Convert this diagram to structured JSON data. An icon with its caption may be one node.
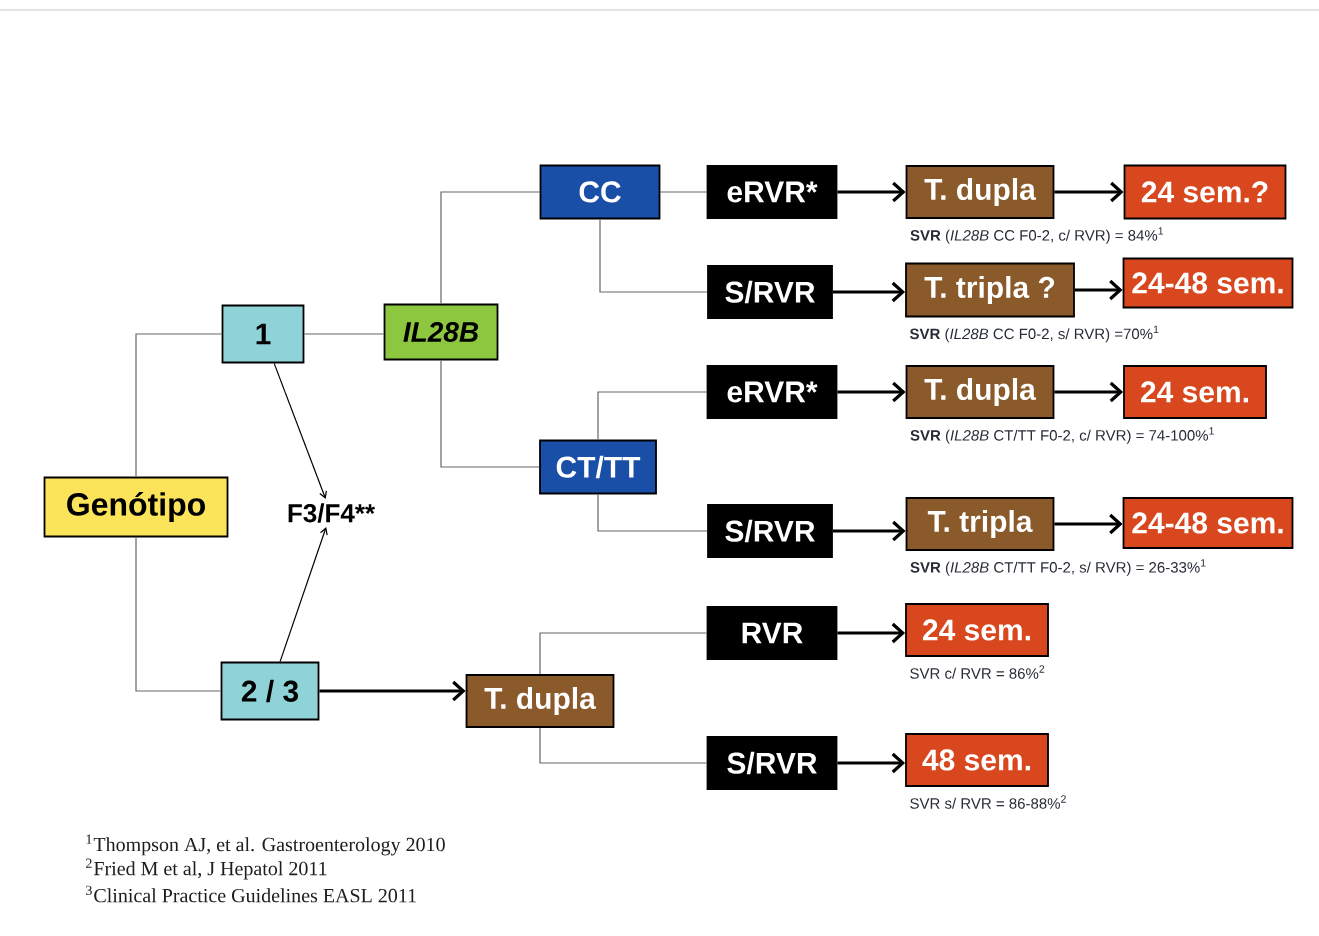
{
  "diagram": {
    "nodes": [
      {
        "text": [
          "Genótipo"
        ]
      },
      {
        "text": [
          "1"
        ]
      },
      {
        "text": [
          "2 / 3"
        ]
      },
      {
        "text": [
          "F3/F4**"
        ]
      },
      {
        "text": [
          "IL28B"
        ]
      },
      {
        "text": [
          "CC"
        ]
      },
      {
        "text": [
          "CT/TT"
        ]
      },
      {
        "text": [
          "eRVR*"
        ]
      },
      {
        "text": [
          "T. dupla"
        ],
        "beside": [
          "**SVR** (*IL28B* CC F0-2, c/ RVR) = 84%$^{1}$"
        ]
      },
      {
        "text": [
          "24 sem.?"
        ]
      },
      {
        "text": [
          "S/RVR"
        ]
      },
      {
        "text": [
          "T. tripla ?"
        ],
        "beside": [
          "**SVR** (*IL28B* CC F0-2, s/ RVR) =70%$^{1}$"
        ]
      },
      {
        "text": [
          "24-48 sem."
        ]
      },
      {
        "text": [
          "eRVR*"
        ]
      },
      {
        "text": [
          "T. dupla"
        ],
        "beside": [
          "**SVR** (*IL28B* CT/TT F0-2, c/ RVR) = 74-100%$^{1}$"
        ]
      },
      {
        "text": [
          "24 sem."
        ]
      },
      {
        "text": [
          "S/RVR"
        ]
      },
      {
        "text": [
          "T. tripla"
        ],
        "beside": [
          "**SVR** (*IL28B* CT/TT F0-2, s/ RVR) = 26-33%$^{1}$"
        ]
      },
      {
        "text": [
          "24-48 sem."
        ]
      },
      {
        "text": [
          "T. dupla"
        ]
      },
      {
        "text": [
          "RVR"
        ]
      },
      {
        "text": [
          "24 sem."
        ],
        "beside": [
          "SVR c/ RVR = 86%$^{2}$"
        ]
      },
      {
        "text": [
          "S/RVR"
        ]
      },
      {
        "text": [
          "48 sem."
        ],
        "beside": [
          "SVR s/ RVR = 86-88%$^{2}$"
        ]
      }
    ],
    "edges": [
      {
        "from": 0,
        "to": 1,
        "arrow": "none",
        "color": "#666666"
      },
      {
        "from": 0,
        "to": 2,
        "arrow": "none",
        "color": "#666666"
      },
      {
        "from": 1,
        "to": 4,
        "arrow": "none",
        "color": "#666666"
      },
      {
        "from": 1,
        "to": 3,
        "arrow": "to"
      },
      {
        "from": 2,
        "to": 3,
        "arrow": "to"
      },
      {
        "from": 2,
        "to": 19,
        "arrow": "to",
        "style": "thick"
      },
      {
        "from": 4,
        "to": 5,
        "arrow": "none",
        "color": "#666666"
      },
      {
        "from": 4,
        "to": 6,
        "arrow": "none",
        "color": "#666666"
      },
      {
        "from": 5,
        "to": 7,
        "arrow": "none",
        "color": "#666666"
      },
      {
        "from": 5,
        "to": 10,
        "arrow": "none",
        "color": "#666666"
      },
      {
        "from": 6,
        "to": 13,
        "arrow": "none",
        "color": "#666666"
      },
      {
        "from": 6,
        "to": 16,
        "arrow": "none",
        "color": "#666666"
      },
      {
        "from": 7,
        "to": 8,
        "arrow": "to",
        "style": "thick"
      },
      {
        "from": 8,
        "to": 9,
        "arrow": "to",
        "style": "thick"
      },
      {
        "from": 10,
        "to": 11,
        "arrow": "to",
        "style": "thick"
      },
      {
        "from": 11,
        "to": 12,
        "arrow": "to",
        "style": "thick"
      },
      {
        "from": 13,
        "to": 14,
        "arrow": "to",
        "style": "thick"
      },
      {
        "from": 14,
        "to": 15,
        "arrow": "to",
        "style": "thick"
      },
      {
        "from": 16,
        "to": 17,
        "arrow": "to",
        "style": "thick"
      },
      {
        "from": 17,
        "to": 18,
        "arrow": "to",
        "style": "thick"
      },
      {
        "from": 19,
        "to": 20,
        "arrow": "none",
        "color": "#666666"
      },
      {
        "from": 19,
        "to": 22,
        "arrow": "none",
        "color": "#666666"
      },
      {
        "from": 20,
        "to": 21,
        "arrow": "to",
        "style": "thick"
      },
      {
        "from": 22,
        "to": 23,
        "arrow": "to",
        "style": "thick"
      }
    ],
    "labels": [
      "$^{1}$Thompson AJ, et al. Gastroenterology 2010",
      "$^{2}$Fried M et al, J Hepatol 2011",
      "$^{3}$Clinical Practice Guidelines EASL 2011"
    ]
  }
}
